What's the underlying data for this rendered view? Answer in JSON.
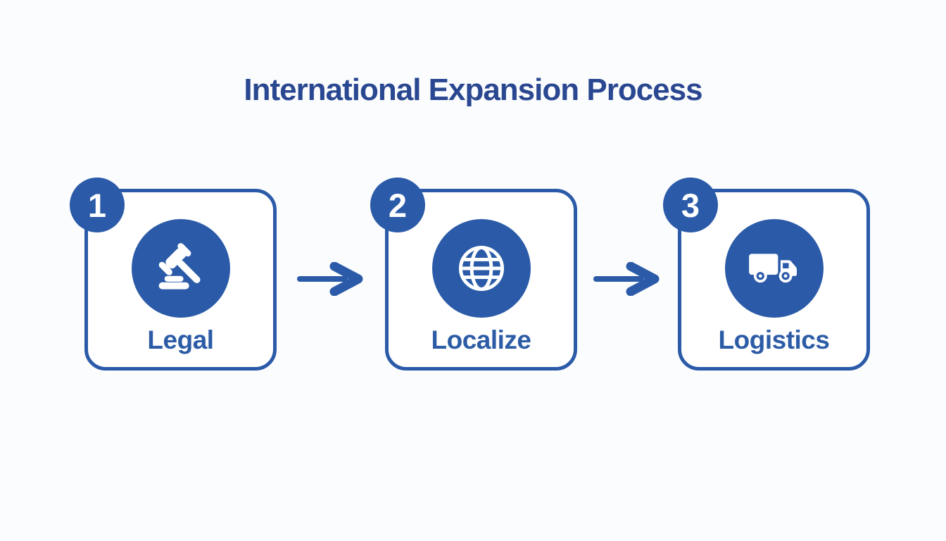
{
  "title": "International Expansion Process",
  "colors": {
    "accent": "#2b5ba8",
    "title": "#2a4791",
    "label": "#2d5ca6",
    "background": "#fbfcfd",
    "card": "#ffffff",
    "icon": "#ffffff"
  },
  "steps": [
    {
      "number": "1",
      "label": "Legal",
      "icon": "gavel-icon"
    },
    {
      "number": "2",
      "label": "Localize",
      "icon": "globe-icon"
    },
    {
      "number": "3",
      "label": "Logistics",
      "icon": "truck-icon"
    }
  ],
  "arrows": [
    {
      "icon": "arrow-right-icon"
    },
    {
      "icon": "arrow-right-icon"
    }
  ]
}
